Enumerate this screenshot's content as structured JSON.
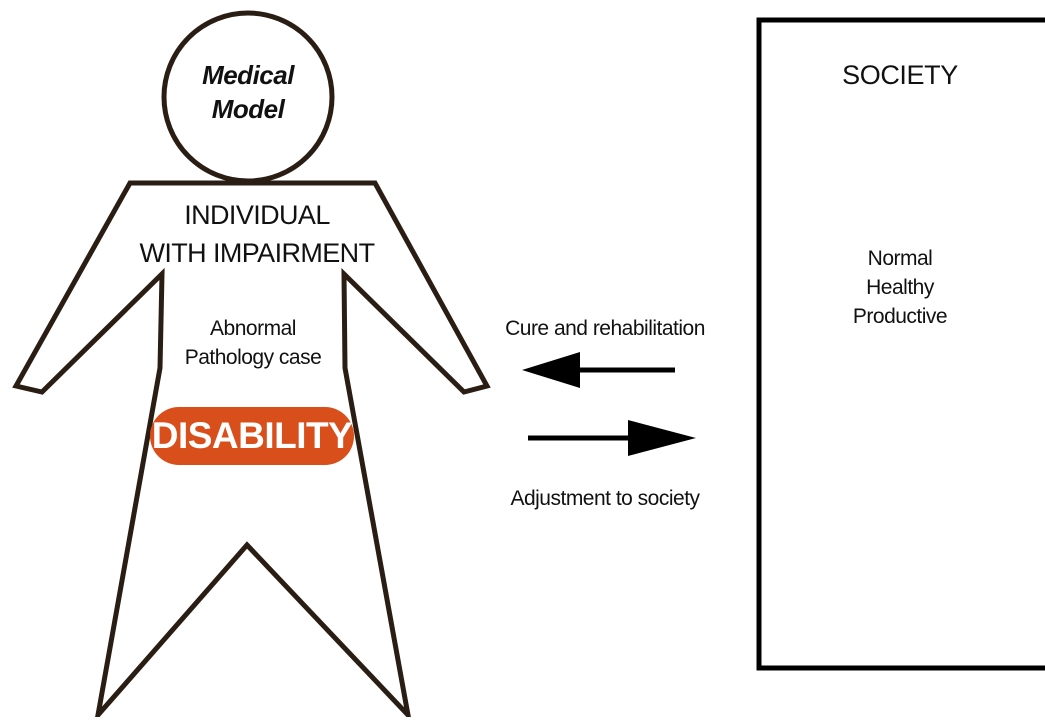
{
  "head": {
    "line1": "Medical",
    "line2": "Model"
  },
  "individual": {
    "line1": "INDIVIDUAL",
    "line2": "WITH IMPAIRMENT",
    "attr1": "Abnormal",
    "attr2": "Pathology case",
    "badge": "DISABILITY"
  },
  "arrows": {
    "to_individual_label": "Cure and rehabilitation",
    "to_society_label": "Adjustment to society"
  },
  "society": {
    "title": "SOCIETY",
    "traits": [
      "Normal",
      "Healthy",
      "Productive"
    ]
  },
  "colors": {
    "outline": "#2a1d14",
    "badge": "#d94f1c",
    "arrow": "#000000"
  }
}
